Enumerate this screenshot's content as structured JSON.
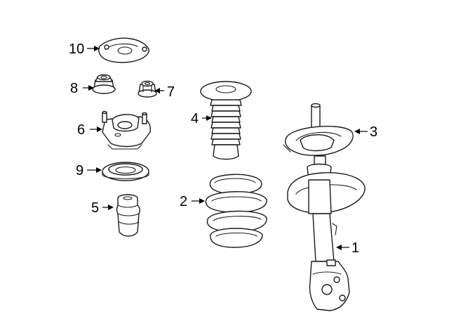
{
  "diagram": {
    "callouts": [
      {
        "id": "part-1",
        "label": "1"
      },
      {
        "id": "part-2",
        "label": "2"
      },
      {
        "id": "part-3",
        "label": "3"
      },
      {
        "id": "part-4",
        "label": "4"
      },
      {
        "id": "part-5",
        "label": "5"
      },
      {
        "id": "part-6",
        "label": "6"
      },
      {
        "id": "part-7",
        "label": "7"
      },
      {
        "id": "part-8",
        "label": "8"
      },
      {
        "id": "part-9",
        "label": "9"
      },
      {
        "id": "part-10",
        "label": "10"
      }
    ],
    "colors": {
      "line": "#1a1a1a",
      "background": "#ffffff"
    }
  }
}
